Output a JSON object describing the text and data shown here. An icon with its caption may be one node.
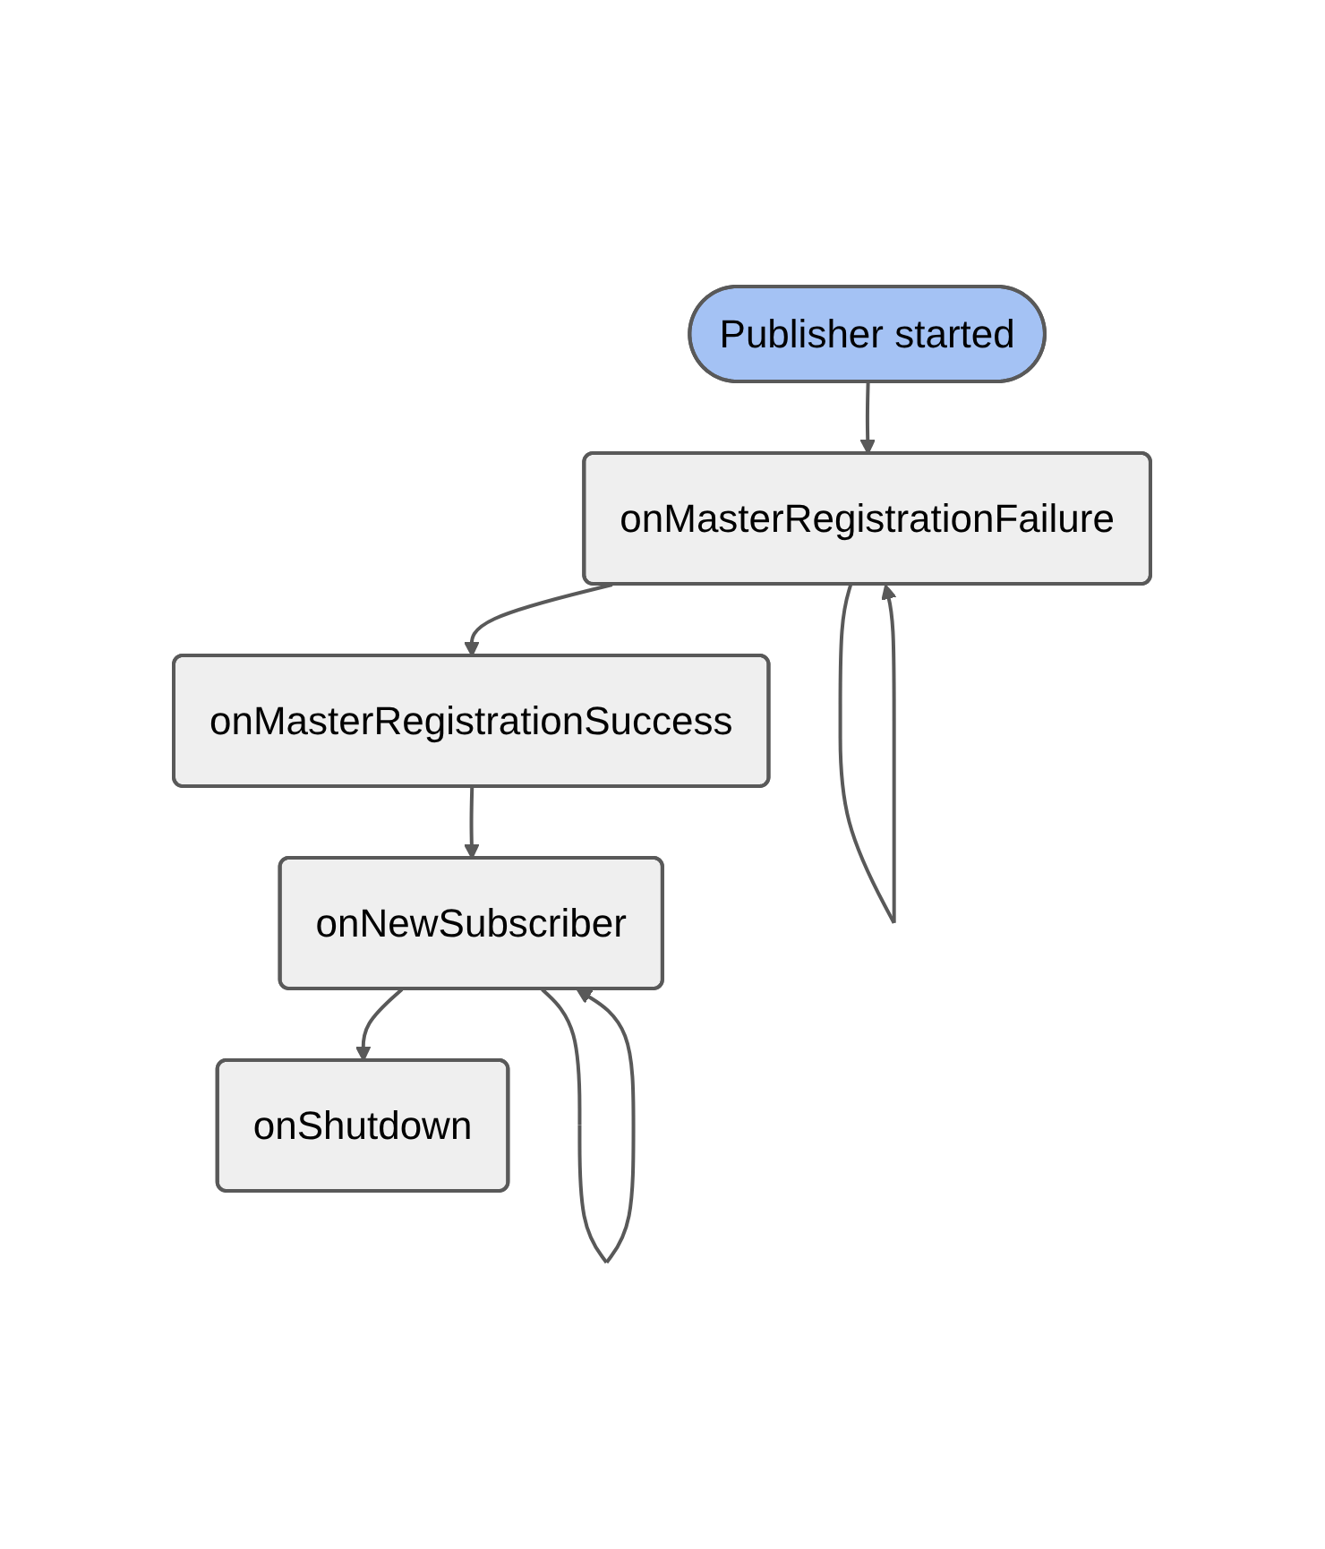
{
  "diagram": {
    "nodes": [
      {
        "text": [
          "Publisher started"
        ]
      },
      {
        "text": [
          "onMasterRegistrationFailure"
        ]
      },
      {
        "text": [
          "onMasterRegistrationSuccess"
        ]
      },
      {
        "text": [
          "onNewSubscriber"
        ]
      },
      {
        "text": [
          "onShutdown"
        ]
      }
    ],
    "edges": [
      {
        "from": 0,
        "to": 1,
        "arrow": "to"
      },
      {
        "from": 1,
        "to": 1,
        "arrow": "to"
      },
      {
        "from": 1,
        "to": 2,
        "arrow": "to"
      },
      {
        "from": 2,
        "to": 3,
        "arrow": "to"
      },
      {
        "from": 3,
        "to": 3,
        "arrow": "to"
      },
      {
        "from": 3,
        "to": 4,
        "arrow": "to"
      }
    ]
  }
}
